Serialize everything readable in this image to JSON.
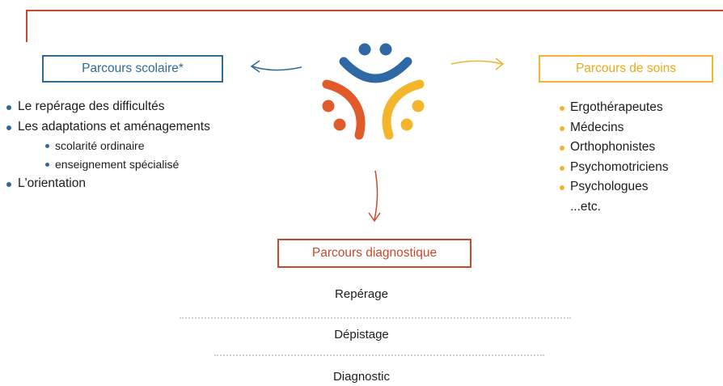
{
  "left": {
    "box_label": "Parcours scolaire*",
    "items": [
      {
        "label": "Le repérage des difficultés"
      },
      {
        "label": "Les adaptations et aménagements"
      },
      {
        "label": "scolarité ordinaire"
      },
      {
        "label": "enseignement spécialisé"
      },
      {
        "label": "L'orientation"
      }
    ]
  },
  "right": {
    "box_label": "Parcours de soins",
    "items": [
      {
        "label": "Ergothérapeutes"
      },
      {
        "label": "Médecins"
      },
      {
        "label": "Orthophonistes"
      },
      {
        "label": "Psychomotriciens"
      },
      {
        "label": "Psychologues"
      }
    ],
    "etc_label": "...etc."
  },
  "bottom": {
    "box_label": "Parcours diagnostique",
    "steps": [
      {
        "label": "Repérage"
      },
      {
        "label": "Dépistage"
      },
      {
        "label": "Diagnostic"
      }
    ]
  },
  "colors": {
    "blue": "#2f6a95",
    "yellow": "#f0b42f",
    "red": "#c9472c",
    "logo_blue": "#2e69a6",
    "logo_orange": "#e05a2a",
    "logo_yellow": "#f3b62b"
  }
}
